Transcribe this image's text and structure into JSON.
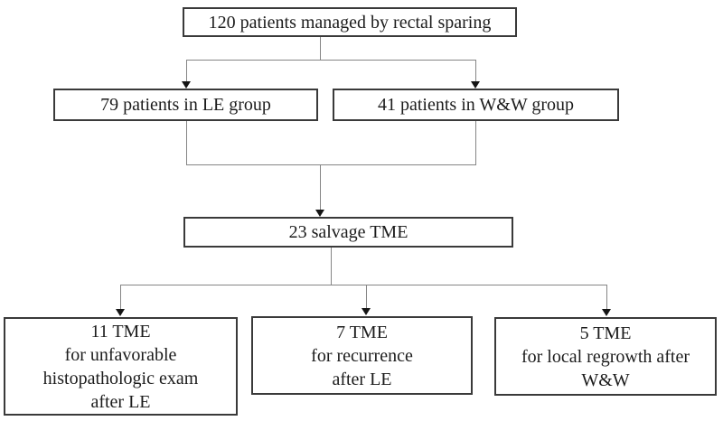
{
  "flowchart": {
    "root": {
      "label": "120 patients managed by rectal sparing"
    },
    "le_group": {
      "label": "79 patients in LE group"
    },
    "ww_group": {
      "label": "41 patients in W&W group"
    },
    "salvage": {
      "label": "23 salvage TME"
    },
    "tme_unfavorable": {
      "lines": [
        "11 TME",
        "for unfavorable",
        "histopathologic exam",
        "after LE"
      ]
    },
    "tme_recurrence": {
      "lines": [
        "7 TME",
        "for recurrence",
        "after LE"
      ]
    },
    "tme_regrowth": {
      "lines": [
        "5 TME",
        "for local regrowth after",
        "W&W"
      ]
    },
    "colors": {
      "background": "#ffffff",
      "box_border": "#3a3a3a",
      "connector_line": "#858585",
      "arrowhead": "#151515",
      "text": "#1c1c1c"
    }
  }
}
